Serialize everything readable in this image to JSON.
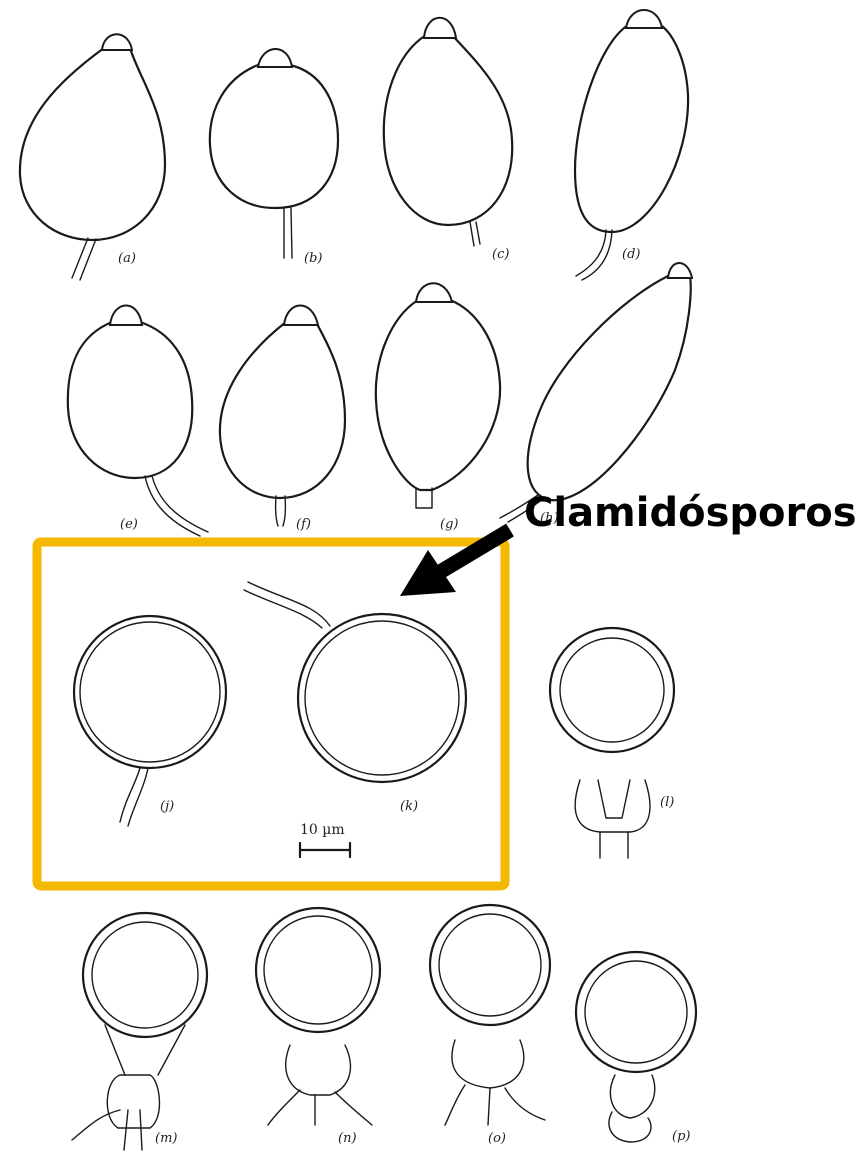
{
  "annotation": {
    "label": "Clamidósporos",
    "highlight_color": "#f5b800",
    "arrow_color": "#000000"
  },
  "panels": {
    "a": "(a)",
    "b": "(b)",
    "c": "(c)",
    "d": "(d)",
    "e": "(e)",
    "f": "(f)",
    "g": "(g)",
    "h": "(h)",
    "j": "(j)",
    "k": "(k)",
    "l": "(l)",
    "m": "(m)",
    "n": "(n)",
    "o": "(o)",
    "p": "(p)"
  },
  "scale_bar": {
    "label": "10 µm"
  }
}
